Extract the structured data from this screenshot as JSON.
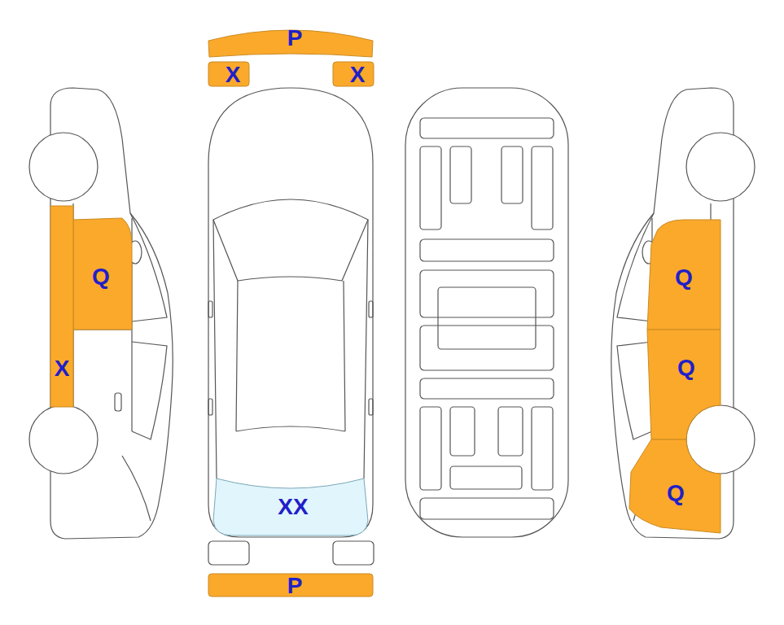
{
  "diagram": {
    "nodes": [
      {
        "text": [
          "P"
        ]
      },
      {
        "text": [
          "X"
        ]
      },
      {
        "text": [
          "X"
        ]
      },
      {
        "text": [
          "Q"
        ]
      },
      {
        "text": [
          "X"
        ]
      },
      {
        "text": [
          "XX"
        ]
      },
      {
        "text": [
          "P"
        ]
      },
      {
        "text": [
          "Q"
        ]
      },
      {
        "text": [
          "Q"
        ]
      },
      {
        "text": [
          "Q"
        ]
      }
    ]
  }
}
